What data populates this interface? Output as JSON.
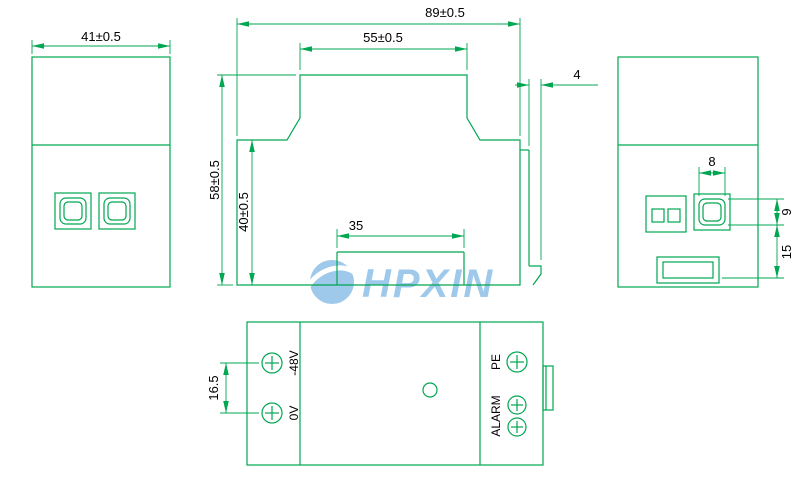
{
  "colors": {
    "line": "#00a651",
    "text": "#000000",
    "watermark": "#4094d9"
  },
  "watermark": {
    "text": "HPXIN"
  },
  "front_view": {
    "width": "41±0.5"
  },
  "side_view": {
    "overall_width": "89±0.5",
    "top_width": "55±0.5",
    "overall_height": "58±0.5",
    "body_height": "40±0.5",
    "rail_slot_width": "35",
    "clip_tab": "4"
  },
  "end_view": {
    "button_width": "8",
    "button_height": "9",
    "button_to_connector": "15"
  },
  "bottom_view": {
    "terminal_pitch": "16.5",
    "labels": {
      "neg48v": "-48V",
      "zero_v": "0V",
      "pe": "PE",
      "alarm": "ALARM"
    }
  }
}
